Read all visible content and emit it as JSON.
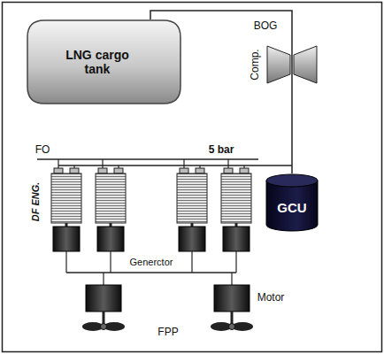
{
  "diagram": {
    "nodes": [
      {
        "text": [
          "LNG cargo tank"
        ]
      },
      {
        "text": [
          "Comp."
        ]
      },
      {
        "text": [
          "GCU"
        ]
      }
    ],
    "edges": [
      {
        "from": 0,
        "to": 1,
        "arrow": "none"
      },
      {
        "from": 1,
        "to": 2,
        "arrow": "none"
      }
    ],
    "labels": [
      "BOG",
      "FO",
      "5 bar",
      "DF ENG.",
      "Generctor",
      "Motor",
      "FPP"
    ]
  }
}
